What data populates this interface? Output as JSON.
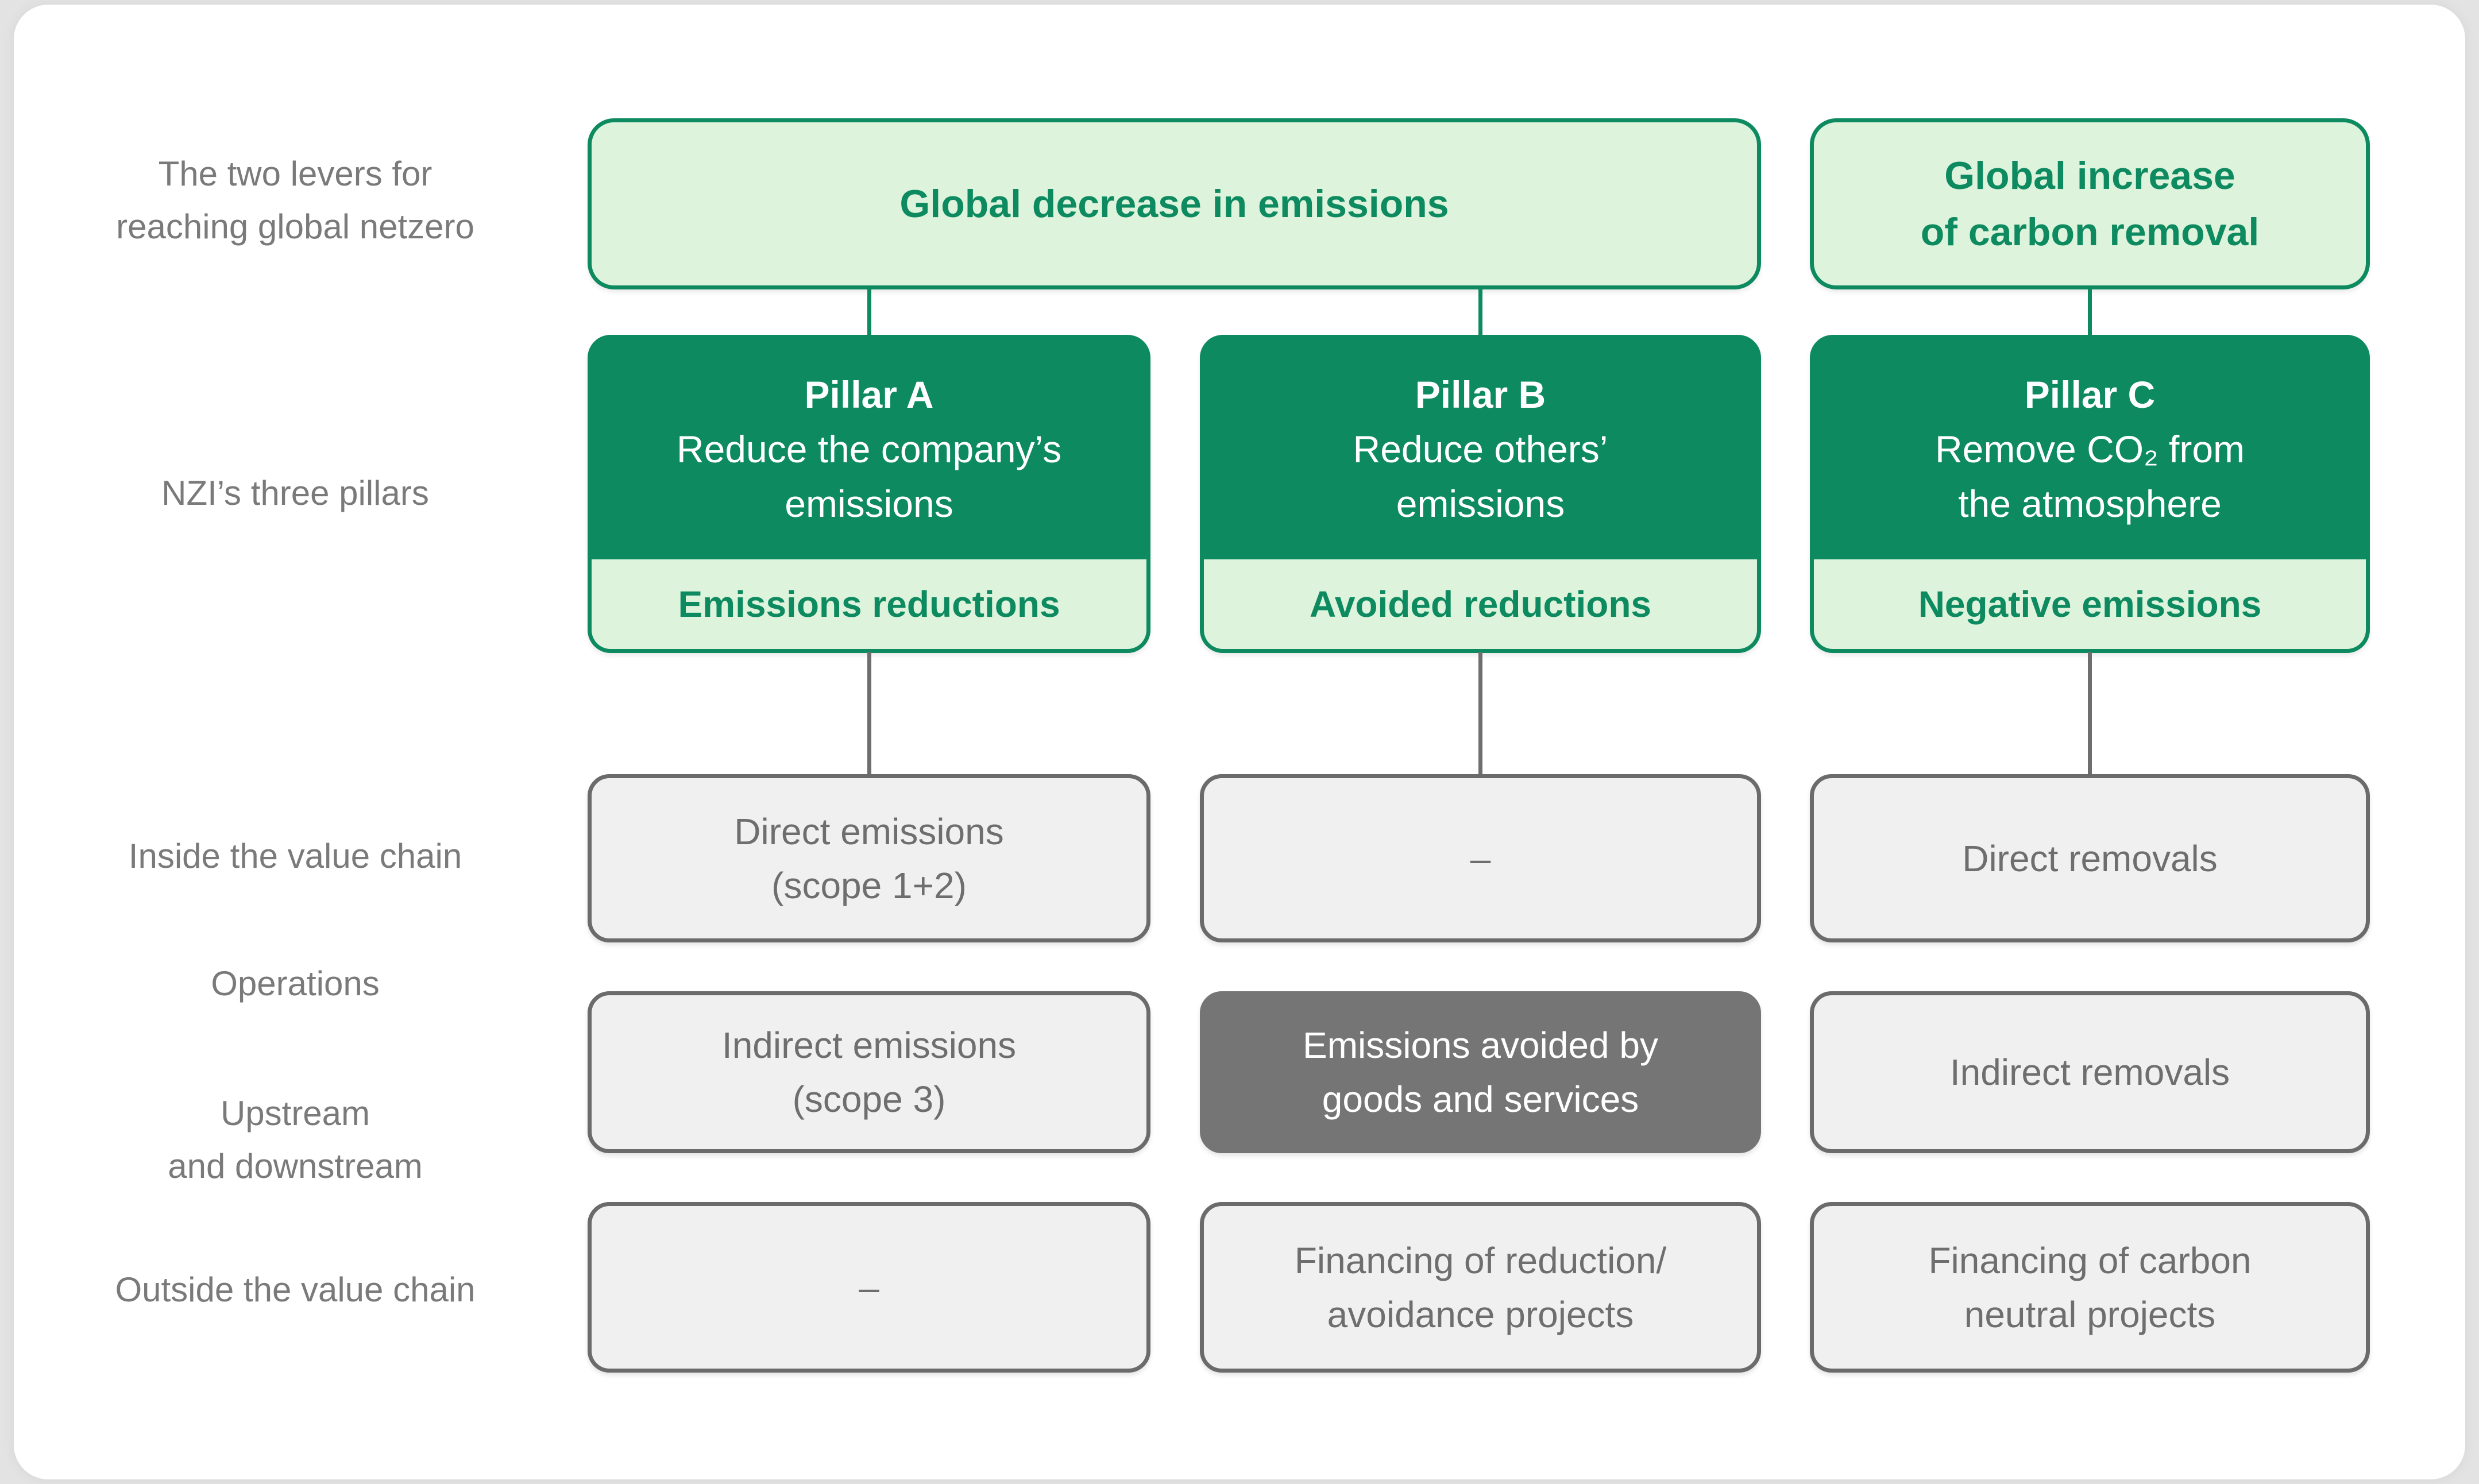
{
  "colors": {
    "green_dark": "#0D8A60",
    "green_light": "#DDF3DB",
    "grey_cell_fill": "#F0F0F0",
    "grey_cell_border": "#6B6B6B",
    "grey_dark_cell_fill": "#757575",
    "label_text_grey": "#7A7A7A",
    "page_background": "#E3E3E3",
    "card_background": "#FFFFFF"
  },
  "row_labels": {
    "levers": [
      "The two levers for",
      "reaching global netzero"
    ],
    "pillars": "NZI’s three pillars",
    "inside": "Inside the value chain",
    "operations": "Operations",
    "upstream": [
      "Upstream",
      "and downstream"
    ],
    "outside": "Outside the value chain"
  },
  "levers": {
    "decrease": [
      "Global decrease in emissions"
    ],
    "increase": [
      "Global increase",
      "of carbon removal"
    ]
  },
  "pillars": [
    {
      "title": "Pillar A",
      "subtitle": [
        "Reduce the company’s",
        "emissions"
      ],
      "band": "Emissions reductions"
    },
    {
      "title": "Pillar B",
      "subtitle": [
        "Reduce others’",
        "emissions"
      ],
      "band": "Avoided reductions"
    },
    {
      "title": "Pillar C",
      "subtitle": [
        "Remove CO₂ from",
        "the atmosphere"
      ],
      "band": "Negative emissions"
    }
  ],
  "cells": {
    "row1": {
      "a": [
        "Direct emissions",
        "(scope 1+2)"
      ],
      "b": [
        "–"
      ],
      "c": [
        "Direct removals"
      ]
    },
    "row2": {
      "a": [
        "Indirect emissions",
        "(scope 3)"
      ],
      "b": [
        "Emissions avoided by",
        "goods and services"
      ],
      "c": [
        "Indirect removals"
      ]
    },
    "row3": {
      "a": [
        "–"
      ],
      "b": [
        "Financing of reduction/",
        "avoidance projects"
      ],
      "c": [
        "Financing of carbon",
        "neutral projects"
      ]
    }
  }
}
